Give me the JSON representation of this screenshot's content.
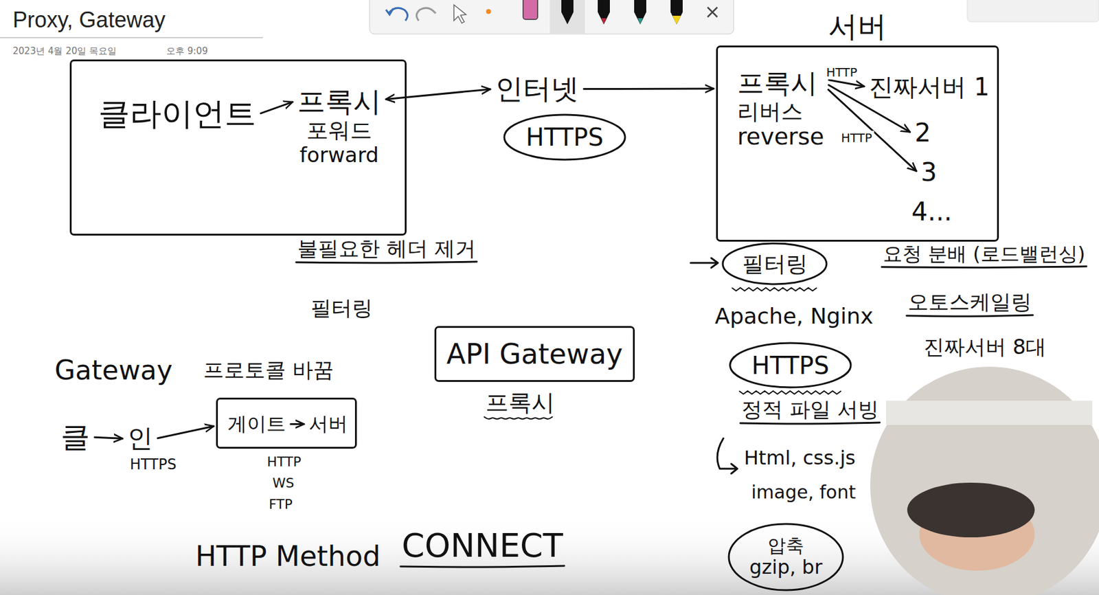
{
  "diagram": {
    "title": "Proxy, Gateway",
    "nodes": [
      {
        "text": []
      },
      {
        "text": [
          "클라이언트"
        ],
        "in": 0
      },
      {
        "text": [
          "프록시",
          "포워드",
          "forward"
        ],
        "in": 0
      },
      {
        "text": [
          "인터넷"
        ]
      },
      {
        "text": [
          "HTTPS"
        ]
      },
      {
        "text": [
          "서버"
        ]
      },
      {
        "text": [
          "프록시",
          "리버스",
          "reverse"
        ],
        "in": 5
      },
      {
        "text": [
          "진짜서버 1"
        ],
        "in": 5
      },
      {
        "text": [
          "2"
        ],
        "in": 5
      },
      {
        "text": [
          "3"
        ],
        "in": 5
      },
      {
        "text": [
          "4..."
        ],
        "in": 5
      },
      {
        "text": [
          "필터링"
        ]
      },
      {
        "text": [
          "HTTPS"
        ]
      },
      {
        "text": [
          "압축",
          "gzip, br"
        ]
      },
      {
        "text": [
          "API Gateway"
        ]
      },
      {
        "text": [
          "클"
        ]
      },
      {
        "text": [
          "인"
        ]
      },
      {
        "text": []
      },
      {
        "text": [
          "게이트"
        ],
        "in": 17
      },
      {
        "text": [
          "서버"
        ],
        "in": 17
      }
    ],
    "edges": [
      {
        "from": 1,
        "to": 2,
        "arrow": "to"
      },
      {
        "from": 2,
        "to": 3,
        "arrow": "both"
      },
      {
        "from": 3,
        "to": 5,
        "arrow": "to"
      },
      {
        "from": 6,
        "to": 7,
        "label": "HTTP",
        "arrow": "to"
      },
      {
        "from": 6,
        "to": 8,
        "arrow": "to"
      },
      {
        "from": 6,
        "to": 9,
        "label": "HTTP",
        "arrow": "to"
      },
      {
        "from": 15,
        "to": 16,
        "arrow": "to"
      },
      {
        "from": 16,
        "to": 17,
        "arrow": "to"
      },
      {
        "from": 18,
        "to": 19,
        "arrow": "to"
      }
    ],
    "labels": [
      "2023년 4월 20일 목요일",
      "오후 9:09",
      "불필요한 헤더 제거",
      "필터링",
      "Gateway",
      "프로토콜 바꿈",
      "HTTPS",
      "HTTP",
      "WS",
      "FTP",
      "프록시",
      "HTTP Method",
      "CONNECT",
      "요청 분배 (로드밸런싱)",
      "오토스케일링",
      "진짜서버 8대",
      "Apache, Nginx",
      "정적 파일 서빙",
      "Html, css.js",
      "image, font"
    ]
  }
}
